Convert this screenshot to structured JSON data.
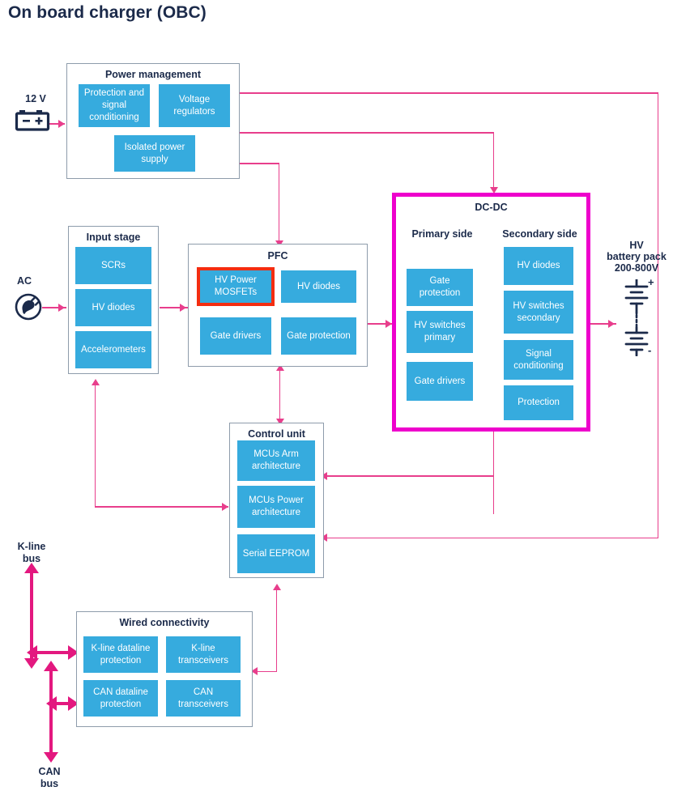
{
  "title": "On board charger (OBC)",
  "colors": {
    "block_blue": "#36abde",
    "accent_magenta": "#ee00cc",
    "highlight_red": "#f42d10",
    "line_pink": "#e83e8c",
    "bus_pink": "#e3187f",
    "text_dark": "#1b2a4a",
    "group_border": "#8e9cab"
  },
  "groups": {
    "power_management": {
      "title": "Power management",
      "blocks": [
        {
          "label": "Protection and signal conditioning"
        },
        {
          "label": "Voltage regulators"
        },
        {
          "label": "Isolated power supply"
        }
      ]
    },
    "input_stage": {
      "title": "Input stage",
      "blocks": [
        {
          "label": "SCRs"
        },
        {
          "label": "HV diodes"
        },
        {
          "label": "Accelerometers"
        }
      ]
    },
    "pfc": {
      "title": "PFC",
      "blocks": [
        {
          "label": "HV Power MOSFETs",
          "highlighted": true
        },
        {
          "label": "HV diodes",
          "highlighted": false
        },
        {
          "label": "Gate drivers",
          "highlighted": false
        },
        {
          "label": "Gate protection",
          "highlighted": false
        }
      ]
    },
    "dcdc": {
      "title": "DC-DC",
      "highlighted": true,
      "primary_side": {
        "title": "Primary side",
        "blocks": [
          {
            "label": "Gate protection"
          },
          {
            "label": "HV switches primary"
          },
          {
            "label": "Gate drivers"
          }
        ]
      },
      "secondary_side": {
        "title": "Secondary side",
        "blocks": [
          {
            "label": "HV diodes"
          },
          {
            "label": "HV switches secondary"
          },
          {
            "label": "Signal conditioning"
          },
          {
            "label": "Protection"
          }
        ]
      }
    },
    "control_unit": {
      "title": "Control unit",
      "blocks": [
        {
          "label": "MCUs Arm architecture"
        },
        {
          "label": "MCUs Power architecture"
        },
        {
          "label": "Serial EEPROM"
        }
      ]
    },
    "wired_connectivity": {
      "title": "Wired connectivity",
      "blocks": [
        {
          "label": "K-line dataline protection"
        },
        {
          "label": "K-line transceivers"
        },
        {
          "label": "CAN dataline protection"
        },
        {
          "label": "CAN transceivers"
        }
      ]
    }
  },
  "external": {
    "battery_12v": {
      "label": "12 V",
      "icon": "car-battery-icon"
    },
    "ac_input": {
      "label": "AC",
      "icon": "ac-plug-icon"
    },
    "hv_battery": {
      "label": "HV\nbattery pack\n200-800V",
      "line1": "HV",
      "line2": "battery pack",
      "line3": "200-800V",
      "icon": "battery-cell-stack-icon"
    },
    "kline_bus": {
      "line1": "K-line",
      "line2": "bus"
    },
    "can_bus": {
      "line1": "CAN",
      "line2": "bus"
    }
  }
}
